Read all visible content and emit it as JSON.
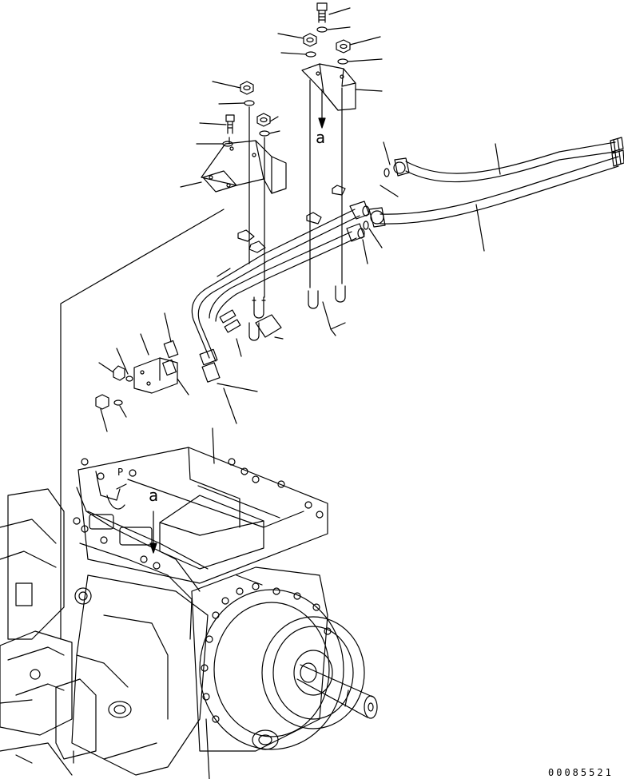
{
  "callouts": {
    "upper_a": "a",
    "lower_a": "a",
    "p_mark": "P"
  },
  "drawing_number": "00085521",
  "colors": {
    "ink": "#000000",
    "paper": "#ffffff"
  }
}
